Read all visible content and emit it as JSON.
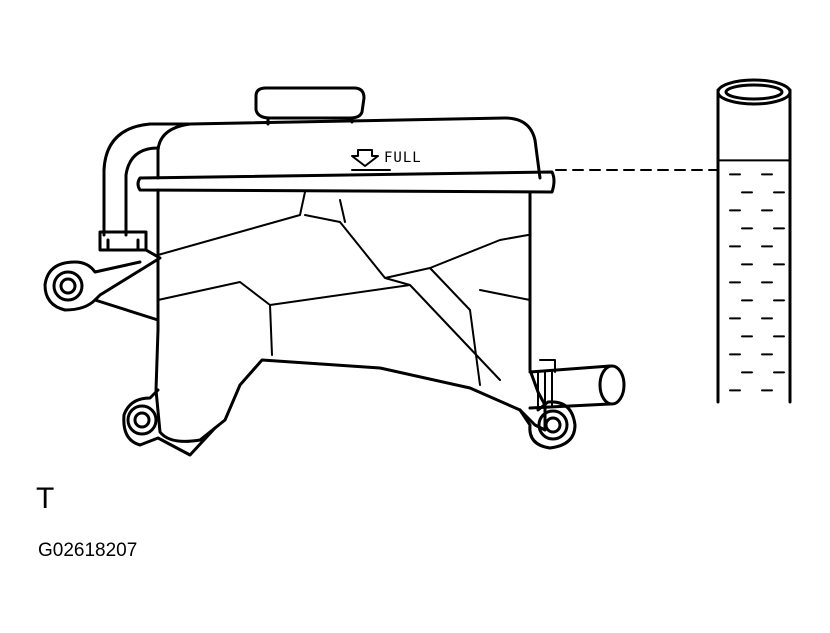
{
  "diagram": {
    "full_mark_label": "FULL",
    "view_letter": "T",
    "figure_code": "G02618207",
    "level_fraction_of_tube": 0.8
  },
  "colors": {
    "line": "#000000",
    "background": "#ffffff"
  }
}
